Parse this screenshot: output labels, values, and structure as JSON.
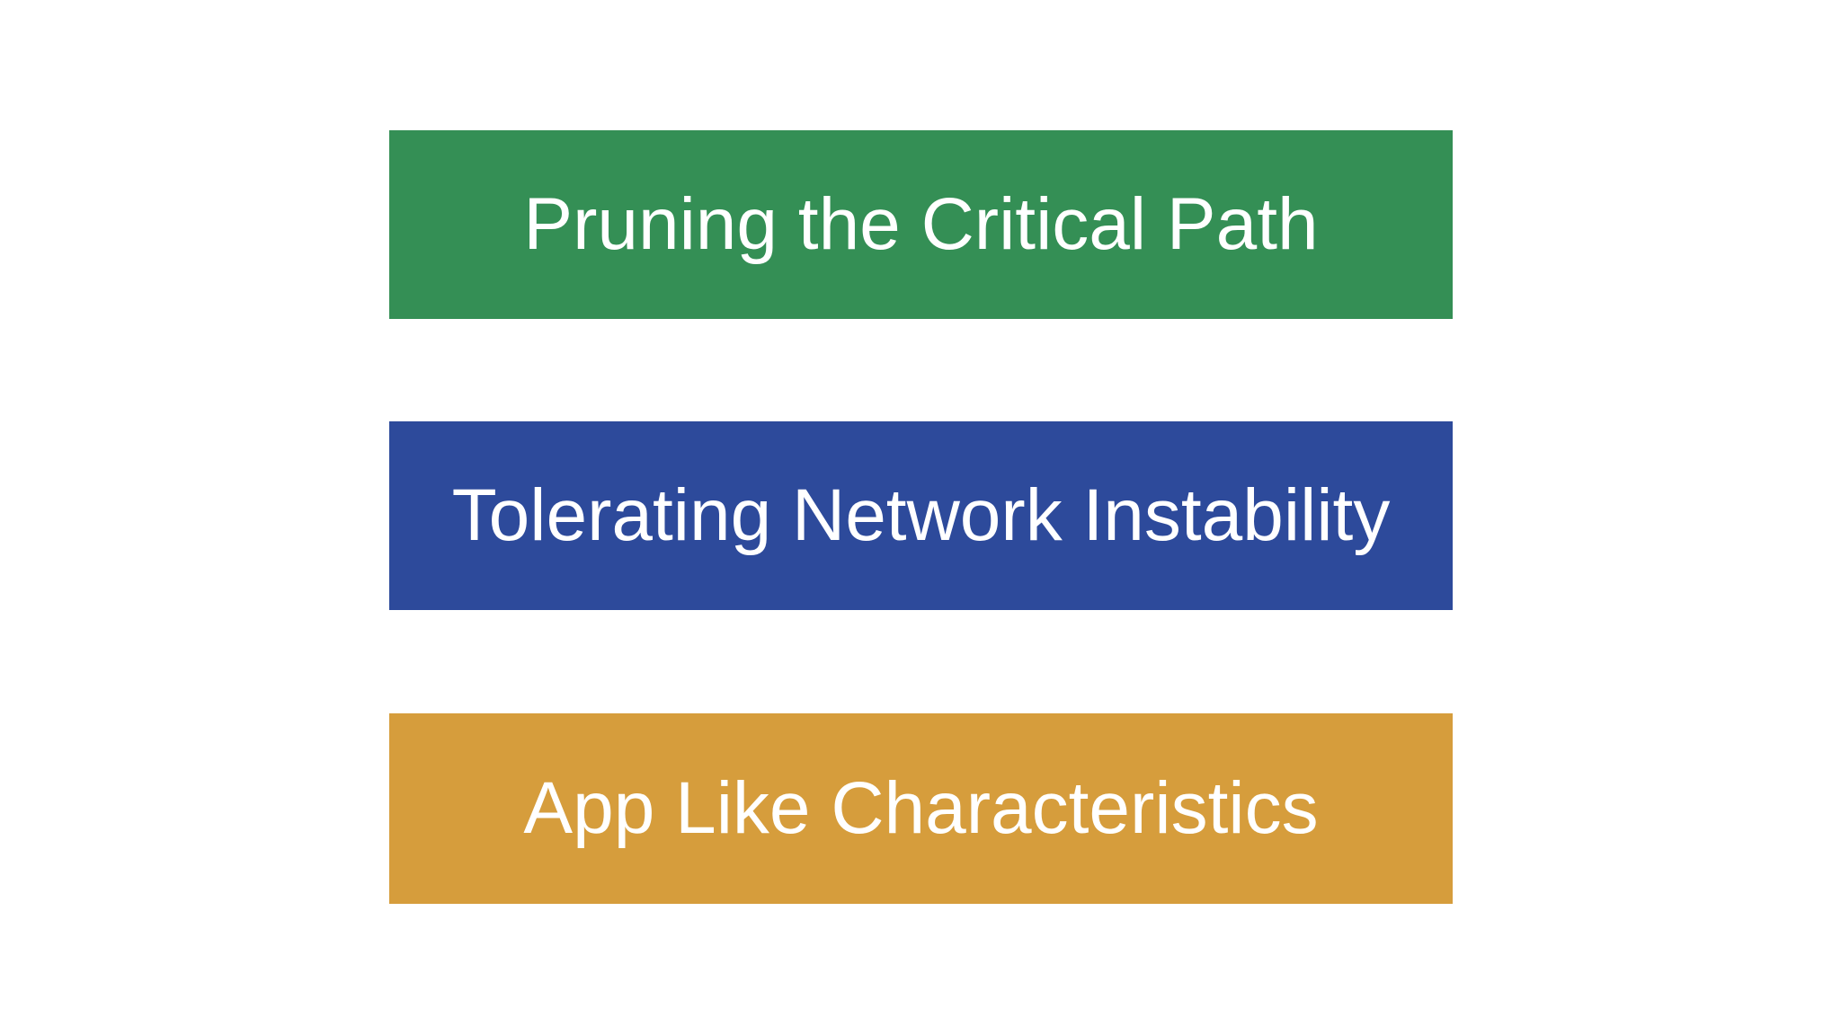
{
  "slide": {
    "background_color": "#FFFFFF",
    "text_color": "#FFFFFF",
    "bars": [
      {
        "label": "Pruning the Critical Path",
        "color": "#348F55"
      },
      {
        "label": "Tolerating Network Instability",
        "color": "#2D4A9B"
      },
      {
        "label": "App Like Characteristics",
        "color": "#D69D3C"
      }
    ]
  }
}
